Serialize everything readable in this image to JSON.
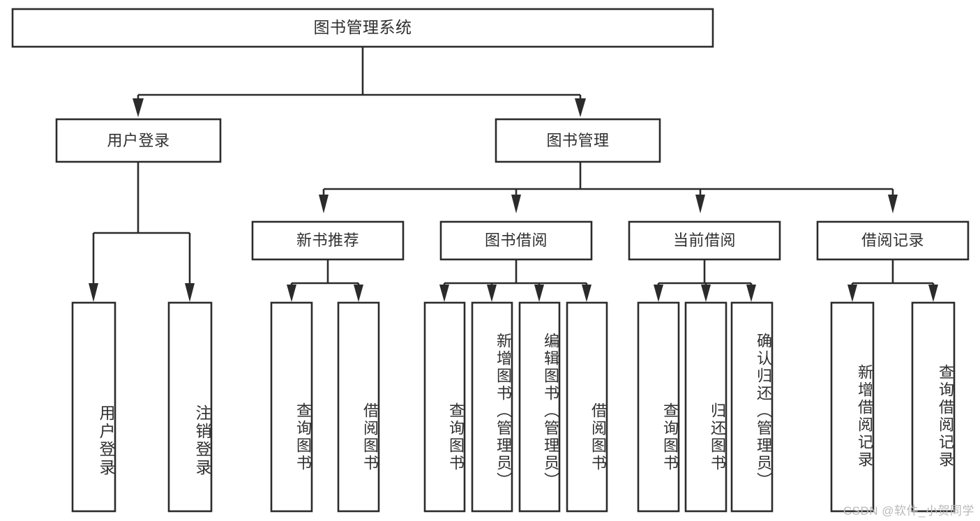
{
  "diagram": {
    "type": "tree-hierarchy",
    "title": "图书管理系统",
    "watermark": "CSDN @软件_小贺同学",
    "colors": {
      "box_stroke": "#2b2b2b",
      "box_fill": "#ffffff",
      "text": "#2f2f2f",
      "connector": "#2b2b2b",
      "watermark": "#b9b9b9",
      "background": "#ffffff"
    },
    "nodes": {
      "root": {
        "label": "图书管理系统",
        "level": 1,
        "orientation": "horizontal"
      },
      "l2": [
        {
          "id": "user-login",
          "label": "用户登录",
          "level": 2,
          "orientation": "horizontal"
        },
        {
          "id": "book-manage",
          "label": "图书管理",
          "level": 2,
          "orientation": "horizontal"
        }
      ],
      "l3": [
        {
          "id": "new-book-rec",
          "label": "新书推荐",
          "level": 3,
          "orientation": "horizontal"
        },
        {
          "id": "book-borrow",
          "label": "图书借阅",
          "level": 3,
          "orientation": "horizontal"
        },
        {
          "id": "current-borrow",
          "label": "当前借阅",
          "level": 3,
          "orientation": "horizontal"
        },
        {
          "id": "borrow-record",
          "label": "借阅记录",
          "level": 3,
          "orientation": "horizontal"
        }
      ],
      "leaves": [
        {
          "id": "leaf-user-login",
          "label": "用户登录",
          "parent": "user-login",
          "orientation": "vertical"
        },
        {
          "id": "leaf-user-logout",
          "label": "注销登录",
          "parent": "user-login",
          "orientation": "vertical"
        },
        {
          "id": "leaf-query-book-1",
          "label": "查询图书",
          "parent": "new-book-rec",
          "orientation": "vertical"
        },
        {
          "id": "leaf-borrow-book-1",
          "label": "借阅图书",
          "parent": "new-book-rec",
          "orientation": "vertical"
        },
        {
          "id": "leaf-query-book-2",
          "label": "查询图书",
          "parent": "book-borrow",
          "orientation": "vertical"
        },
        {
          "id": "leaf-add-book",
          "label": "新增图书（管理员）",
          "parent": "book-borrow",
          "orientation": "vertical"
        },
        {
          "id": "leaf-edit-book",
          "label": "编辑图书（管理员）",
          "parent": "book-borrow",
          "orientation": "vertical"
        },
        {
          "id": "leaf-borrow-book-2",
          "label": "借阅图书",
          "parent": "book-borrow",
          "orientation": "vertical"
        },
        {
          "id": "leaf-query-book-3",
          "label": "查询图书",
          "parent": "current-borrow",
          "orientation": "vertical"
        },
        {
          "id": "leaf-return-book",
          "label": "归还图书",
          "parent": "current-borrow",
          "orientation": "vertical"
        },
        {
          "id": "leaf-confirm-return",
          "label": "确认归还（管理员）",
          "parent": "current-borrow",
          "orientation": "vertical"
        },
        {
          "id": "leaf-add-record",
          "label": "新增借阅记录",
          "parent": "borrow-record",
          "orientation": "vertical"
        },
        {
          "id": "leaf-query-record",
          "label": "查询借阅记录",
          "parent": "borrow-record",
          "orientation": "vertical"
        }
      ]
    }
  }
}
